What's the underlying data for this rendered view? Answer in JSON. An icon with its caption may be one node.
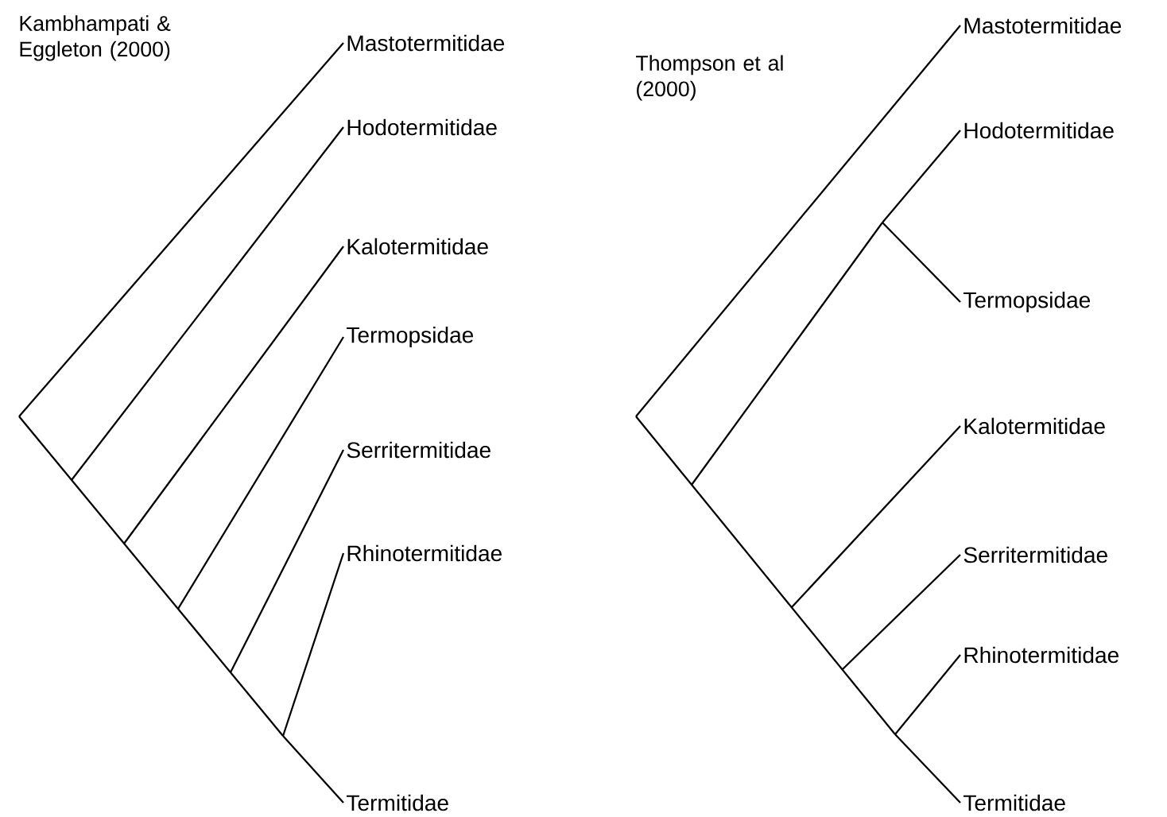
{
  "diagram": {
    "nodes": [
      {
        "text": [
          "Mastotermitidae"
        ]
      },
      {
        "text": [
          "Hodotermitidae"
        ]
      },
      {
        "text": [
          "Kalotermitidae"
        ]
      },
      {
        "text": [
          "Termopsidae"
        ]
      },
      {
        "text": [
          "Serritermitidae"
        ]
      },
      {
        "text": [
          "Rhinotermitidae"
        ]
      },
      {
        "text": [
          "Termitidae"
        ]
      },
      {
        "text": [
          "Mastotermitidae"
        ]
      },
      {
        "text": [
          "Hodotermitidae"
        ]
      },
      {
        "text": [
          "Termopsidae"
        ]
      },
      {
        "text": [
          "Kalotermitidae"
        ]
      },
      {
        "text": [
          "Serritermitidae"
        ]
      },
      {
        "text": [
          "Rhinotermitidae"
        ]
      },
      {
        "text": [
          "Termitidae"
        ]
      }
    ],
    "edges": [
      {
        "from": null,
        "to": 0,
        "arrow": "none"
      },
      {
        "from": null,
        "to": 1,
        "arrow": "none"
      },
      {
        "from": null,
        "to": 2,
        "arrow": "none"
      },
      {
        "from": null,
        "to": 3,
        "arrow": "none"
      },
      {
        "from": null,
        "to": 4,
        "arrow": "none"
      },
      {
        "from": null,
        "to": 5,
        "arrow": "none"
      },
      {
        "from": null,
        "to": 6,
        "arrow": "none"
      },
      {
        "from": null,
        "to": 7,
        "arrow": "none"
      },
      {
        "from": null,
        "to": 8,
        "arrow": "none"
      },
      {
        "from": null,
        "to": 9,
        "arrow": "none"
      },
      {
        "from": null,
        "to": 10,
        "arrow": "none"
      },
      {
        "from": null,
        "to": 11,
        "arrow": "none"
      },
      {
        "from": null,
        "to": 12,
        "arrow": "none"
      },
      {
        "from": null,
        "to": 13,
        "arrow": "none"
      }
    ],
    "labels": [
      "Kambhampati & Eggleton (2000)",
      "Thompson et al (2000)"
    ]
  }
}
